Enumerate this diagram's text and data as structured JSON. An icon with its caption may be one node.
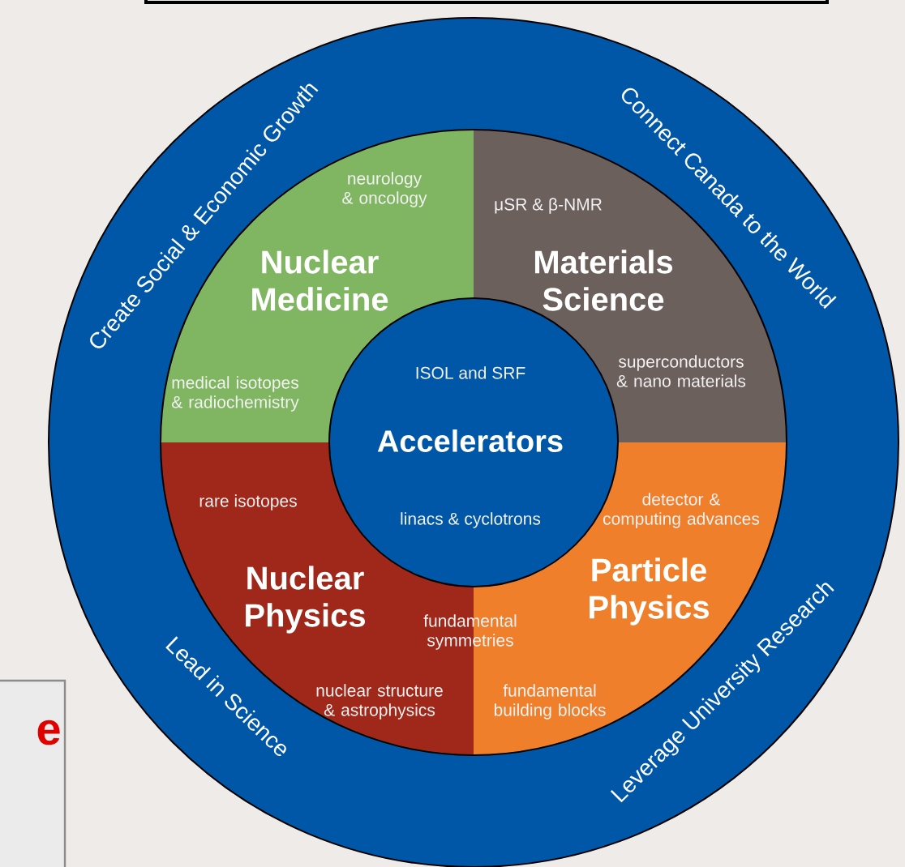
{
  "diagram": {
    "nodes": [
      {
        "text": [
          "Create Social & Economic Growth",
          "Connect Canada to the World",
          "Lead in Science",
          "Leverage University Research"
        ]
      },
      {
        "text": [
          "neurology & oncology",
          "Nuclear Medicine",
          "medical isotopes & radiochemistry"
        ],
        "in": 0
      },
      {
        "text": [
          "μSR & β-NMR",
          "Materials Science",
          "superconductors & nano materials"
        ],
        "in": 0
      },
      {
        "text": [
          "rare isotopes",
          "Nuclear Physics",
          "nuclear structure & astrophysics"
        ],
        "in": 0
      },
      {
        "text": [
          "detector & computing advances",
          "Particle Physics",
          "fundamental building blocks"
        ],
        "in": 0
      },
      {
        "text": [
          "ISOL and SRF",
          "Accelerators",
          "linacs & cyclotrons"
        ],
        "in": 0
      },
      {
        "text": [
          "e"
        ]
      }
    ],
    "labels": [
      "fundamental symmetries"
    ]
  }
}
